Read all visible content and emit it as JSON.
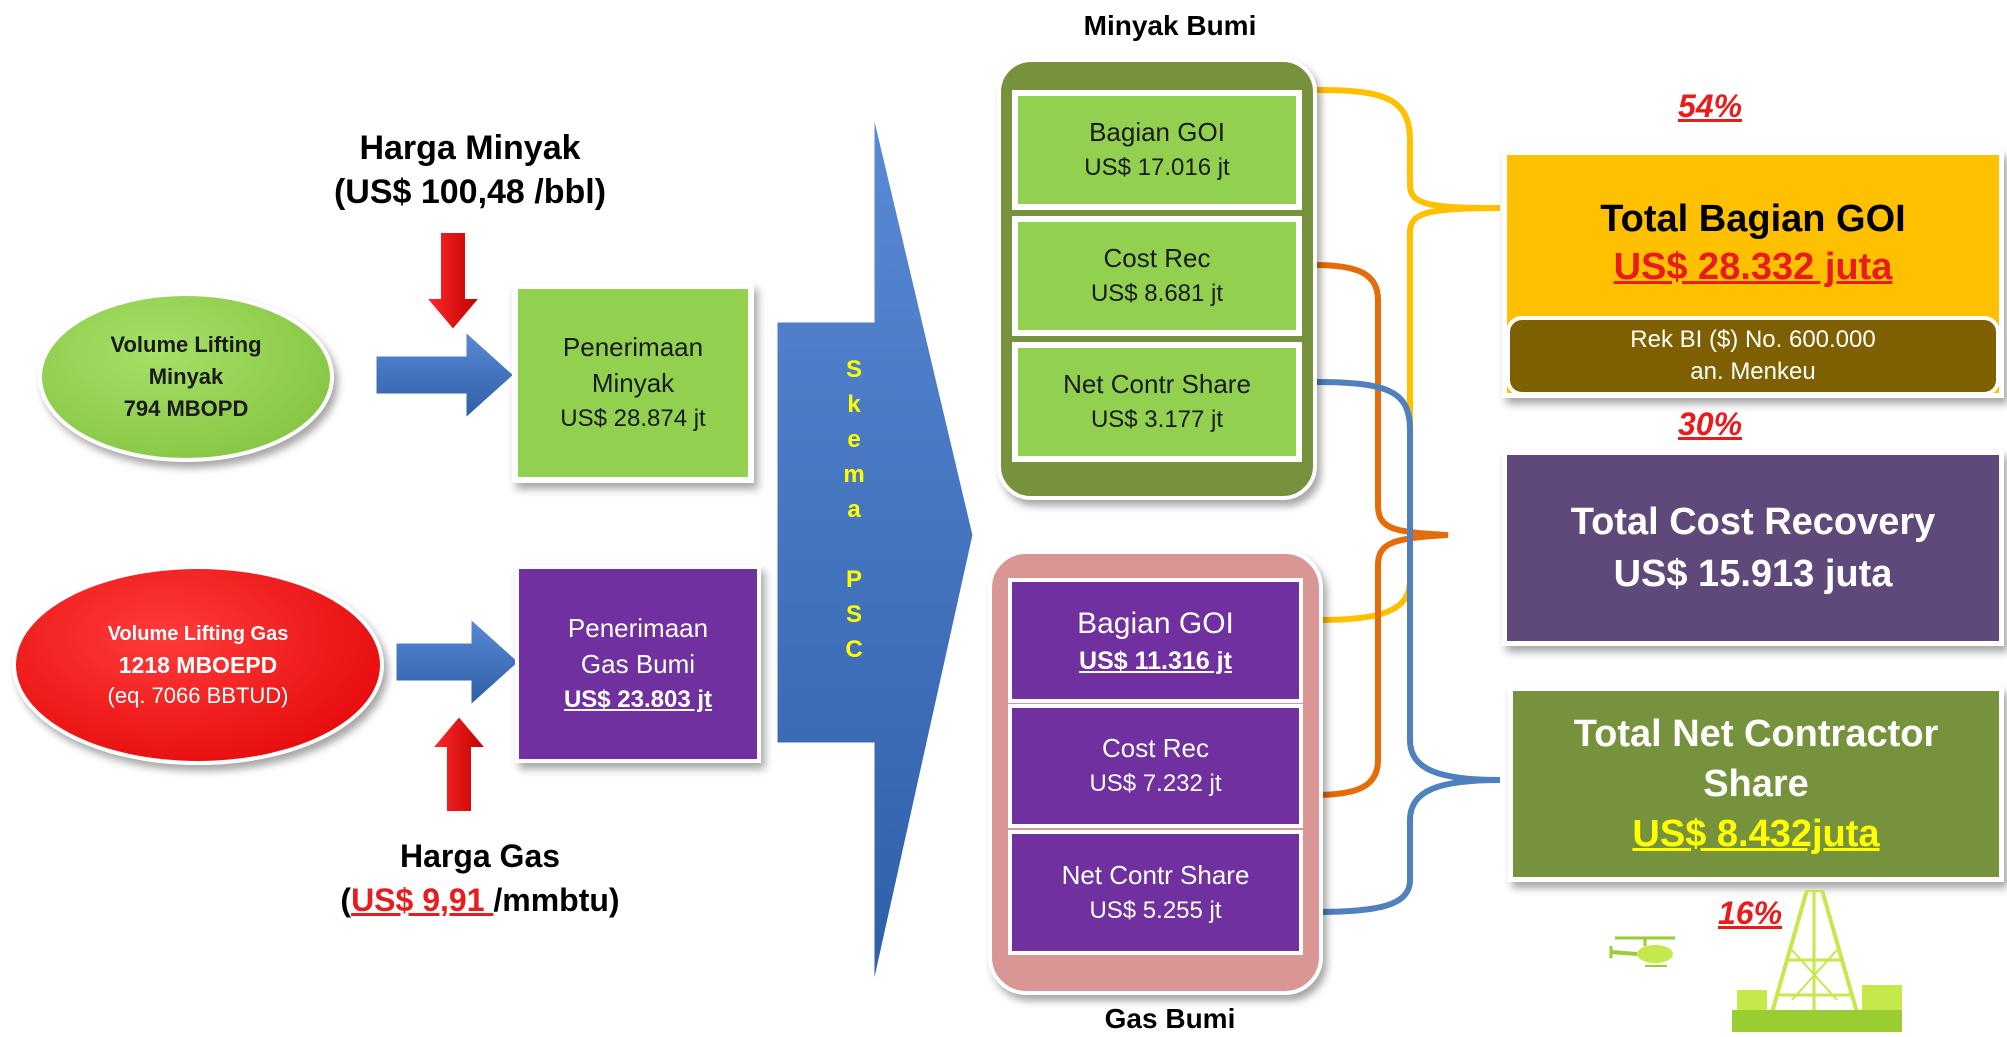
{
  "inputs": {
    "oil_price": {
      "title": "Harga Minyak",
      "value": "(US$ 100,48 /bbl)"
    },
    "gas_price": {
      "title": "Harga Gas",
      "prefix": "(",
      "value": "US$ 9,91 ",
      "suffix": "/mmbtu)"
    },
    "oil_lifting": {
      "line1": "Volume Lifting",
      "line2": "Minyak",
      "line3": "794 MBOPD"
    },
    "gas_lifting": {
      "line1": "Volume Lifting Gas",
      "line2": "1218 MBOEPD",
      "line3": "(eq. 7066 BBTUD)"
    }
  },
  "revenue": {
    "oil": {
      "line1": "Penerimaan",
      "line2": "Minyak",
      "value": "US$ 28.874 jt"
    },
    "gas": {
      "line1": "Penerimaan",
      "line2": "Gas Bumi",
      "value": "US$ 23.803 jt"
    }
  },
  "psc_arrow": {
    "letters": [
      "S",
      "k",
      "e",
      "m",
      "a",
      "",
      "P",
      "S",
      "C"
    ]
  },
  "oil_split": {
    "title": "Minyak Bumi",
    "items": [
      {
        "label": "Bagian GOI",
        "value": "US$ 17.016 jt"
      },
      {
        "label": "Cost Rec",
        "value": "US$ 8.681 jt"
      },
      {
        "label": "Net Contr Share",
        "value": "US$ 3.177 jt"
      }
    ]
  },
  "gas_split": {
    "title": "Gas Bumi",
    "items": [
      {
        "label": "Bagian GOI",
        "value": "US$ 11.316 jt"
      },
      {
        "label": "Cost Rec",
        "value": "US$ 7.232 jt"
      },
      {
        "label": "Net Contr Share",
        "value": "US$ 5.255 jt"
      }
    ]
  },
  "totals": {
    "goi": {
      "pct": "54%",
      "title": "Total Bagian GOI",
      "value": "US$ 28.332 juta",
      "account_line1": "Rek  BI ($) No. 600.000",
      "account_line2": "an. Menkeu"
    },
    "cost_recovery": {
      "pct": "30%",
      "title_line1": "Total Cost Recovery",
      "value": "US$ 15.913 juta"
    },
    "net_contractor": {
      "pct": "16%",
      "title_line1": "Total Net Contractor",
      "title_line2": "Share",
      "value": "US$ 8.432juta"
    }
  },
  "colors": {
    "blue_arrow": "#4472c4",
    "green_box": "#92d050",
    "olive": "#76923c",
    "purple": "#7030a0",
    "pink_panel": "#d99694",
    "gold": "#ffc000",
    "orange_brace": "#e46c0a",
    "blue_brace": "#4f81bd",
    "red_accent": "#e81c1c"
  },
  "icons": [
    "helicopter-icon",
    "oil-rig-icon"
  ]
}
